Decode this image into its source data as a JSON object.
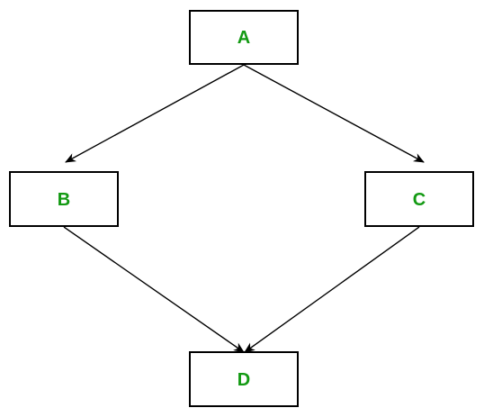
{
  "diagram": {
    "type": "directed-graph",
    "label_color": "#139a13",
    "nodes": [
      {
        "id": "A",
        "label": "A"
      },
      {
        "id": "B",
        "label": "B"
      },
      {
        "id": "C",
        "label": "C"
      },
      {
        "id": "D",
        "label": "D"
      }
    ],
    "edges": [
      {
        "from": "A",
        "to": "B"
      },
      {
        "from": "A",
        "to": "C"
      },
      {
        "from": "B",
        "to": "D"
      },
      {
        "from": "C",
        "to": "D"
      }
    ]
  }
}
